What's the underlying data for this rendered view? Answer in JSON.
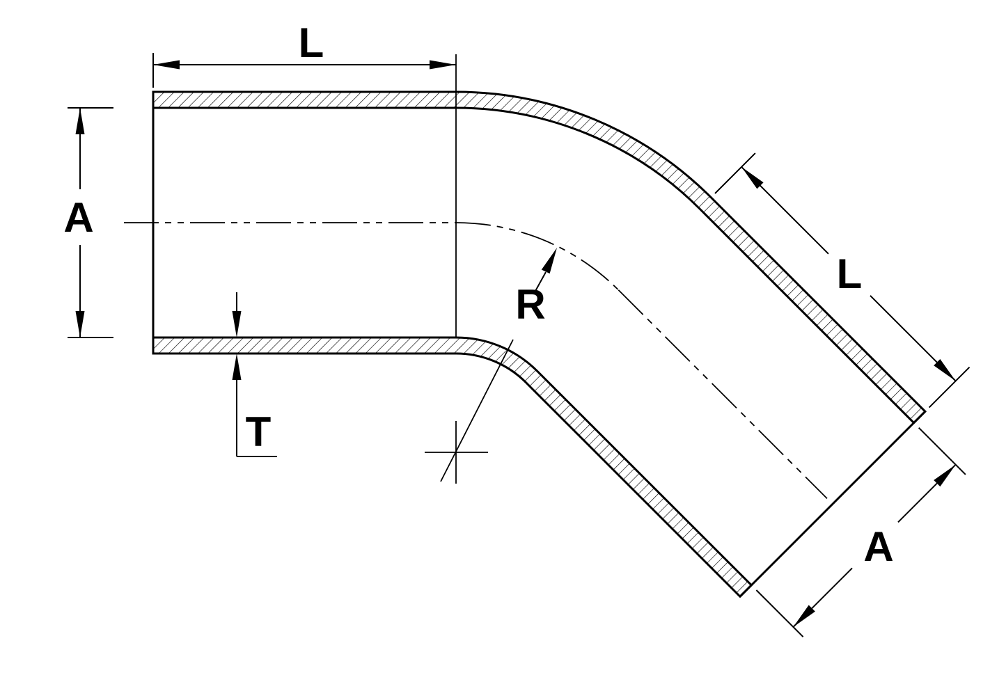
{
  "drawing": {
    "description": "45-degree elbow hose coupler cross-section dimension diagram",
    "labels": {
      "top_length": "L",
      "left_diameter": "A",
      "wall_thickness": "T",
      "bend_radius": "R",
      "angled_length": "L",
      "angled_diameter": "A"
    },
    "colors": {
      "line": "#000000",
      "background": "#ffffff"
    }
  }
}
